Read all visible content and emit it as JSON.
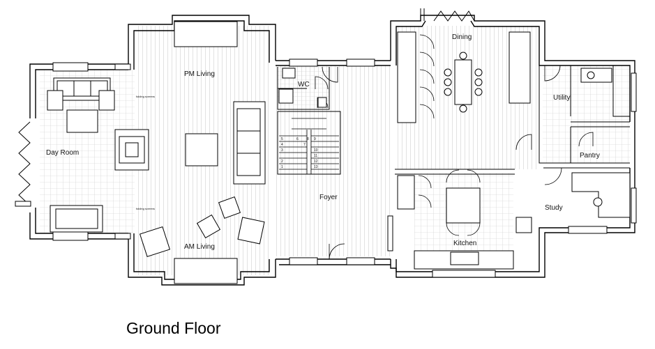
{
  "title": "Ground Floor",
  "rooms": {
    "day_room": "Day Room",
    "pm_living": "PM Living",
    "am_living": "AM Living",
    "wc": "WC",
    "foyer": "Foyer",
    "dining": "Dining",
    "utility": "Utility",
    "pantry": "Pantry",
    "study": "Study",
    "kitchen": "Kitchen"
  },
  "notes": {
    "folding_screen_upper": "folding screens",
    "folding_screen_lower": "folding screens"
  },
  "stairs": {
    "left_steps": [
      "5",
      "4",
      "3",
      "2",
      "1"
    ],
    "right_steps": [
      "9",
      "10",
      "11",
      "12",
      "13"
    ],
    "middle_steps": [
      "8",
      "7",
      "6"
    ]
  },
  "colors": {
    "wall": "#000000",
    "floor_hatch": "#b5b5b5",
    "tile_grid": "#c8c8c8",
    "background": "#ffffff"
  }
}
